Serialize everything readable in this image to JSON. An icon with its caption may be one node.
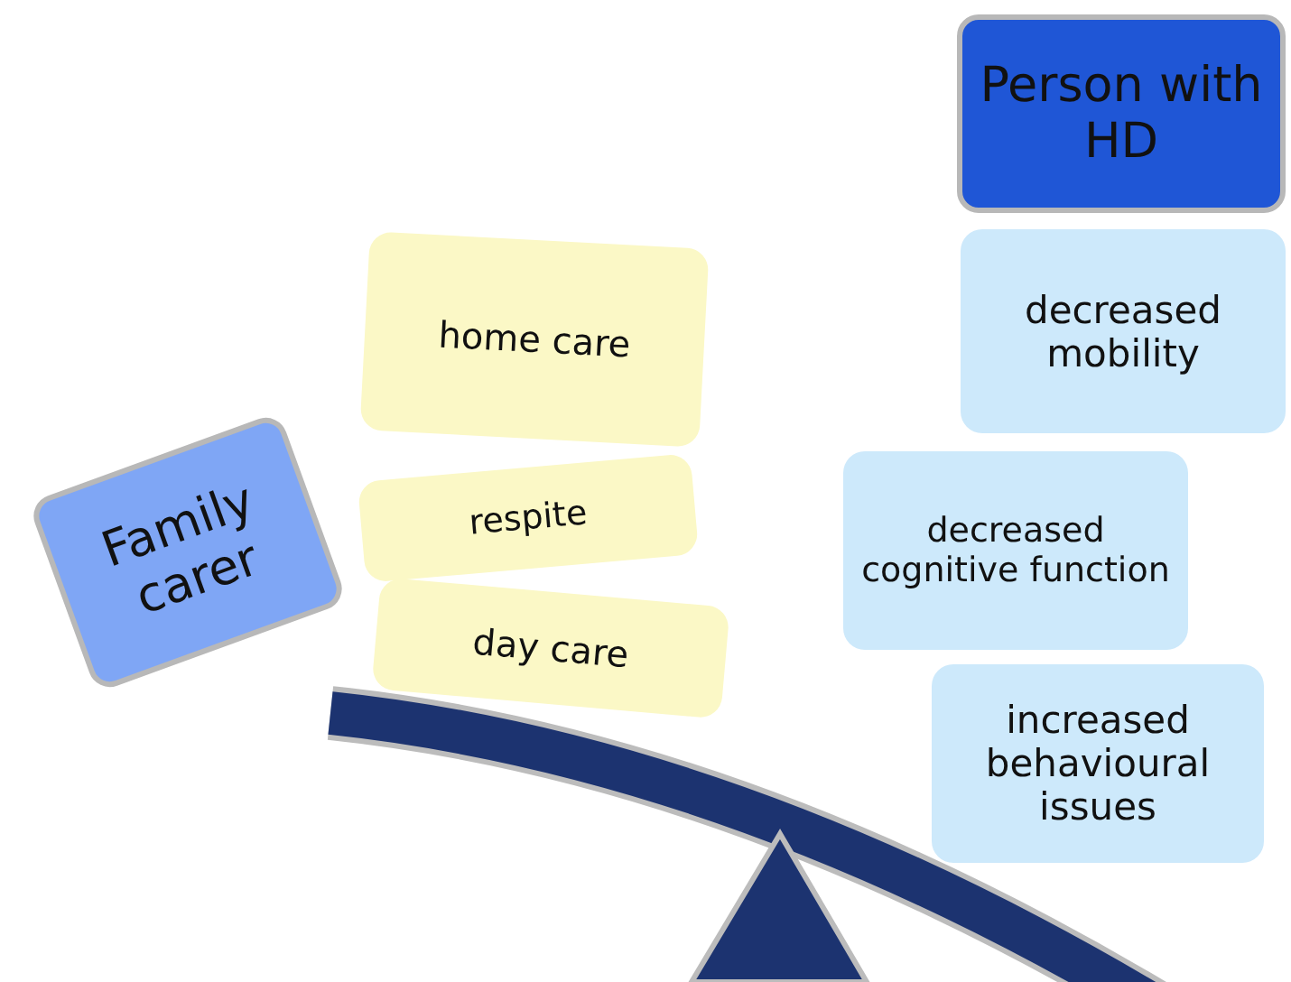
{
  "diagram": {
    "nodes": [
      {
        "text": [
          "Person with HD"
        ]
      },
      {
        "text": [
          "decreased mobility"
        ]
      },
      {
        "text": [
          "decreased cognitive function"
        ]
      },
      {
        "text": [
          "increased behavioural issues"
        ]
      },
      {
        "text": [
          "home care"
        ]
      },
      {
        "text": [
          "respite"
        ]
      },
      {
        "text": [
          "day care"
        ]
      },
      {
        "text": [
          "Family carer"
        ]
      }
    ]
  }
}
